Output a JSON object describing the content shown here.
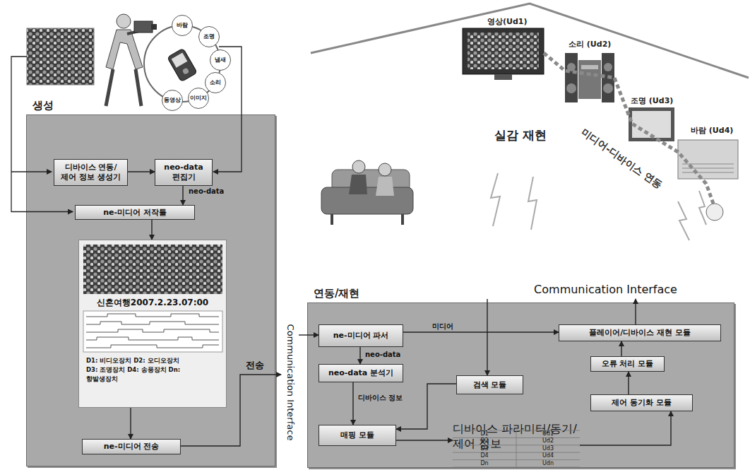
{
  "diagram": {
    "nodes": [
      {
        "text": [
          "바람"
        ]
      },
      {
        "text": [
          "조명"
        ]
      },
      {
        "text": [
          "냄새"
        ]
      },
      {
        "text": [
          "소리"
        ]
      },
      {
        "text": [
          "이미지"
        ]
      },
      {
        "text": [
          "동영상"
        ]
      },
      {
        "text": [
          "생성"
        ]
      },
      {
        "text": [
          "디바이스 연동/ 제어 정보 생성기"
        ],
        "in": 6
      },
      {
        "text": [
          "neo-data 편집기"
        ],
        "in": 6
      },
      {
        "text": [
          "ne-미디어 저작툴"
        ],
        "in": 6
      },
      {
        "text": [
          "신혼여행2007.2.23.07:00",
          "D1: 비디오장치 D2: 오디오장치 D3: 조명장치 D4: 송풍장치 Dn: 향발생장치"
        ],
        "in": 6
      },
      {
        "text": [
          "ne-미디어 전송"
        ],
        "in": 6
      },
      {
        "text": [
          "Communication Interface"
        ]
      },
      {
        "text": [
          "연동/재현"
        ]
      },
      {
        "text": [
          "ne-미디어 파서"
        ],
        "in": 13
      },
      {
        "text": [
          "neo-data 분석기"
        ],
        "in": 13
      },
      {
        "text": [
          "매핑 모듈"
        ],
        "in": 13
      },
      {
        "text": [
          "Communication Interface"
        ]
      },
      {
        "text": [
          "검색 모듈"
        ],
        "in": 13
      },
      {
        "text": [
          "플레이어/디바이스 재현 모듈"
        ],
        "in": 13
      },
      {
        "text": [
          "오류 처리 모듈"
        ],
        "in": 13
      },
      {
        "text": [
          "제어 동기화 모듈"
        ],
        "in": 13
      },
      {
        "text": [
          "디바이스 파라미터/동기/제어 정보"
        ],
        "in": 13
      }
    ],
    "edges": [
      {
        "from": 7,
        "to": 8,
        "arrow": "to"
      },
      {
        "from": 8,
        "to": 9,
        "label": "neo-data",
        "arrow": "to"
      },
      {
        "from": 9,
        "to": 10,
        "arrow": "to"
      },
      {
        "from": 10,
        "to": 11,
        "arrow": "to"
      },
      {
        "from": 11,
        "to": 12,
        "label": "전송",
        "arrow": "to"
      },
      {
        "from": 12,
        "to": 14,
        "arrow": "to"
      },
      {
        "from": 14,
        "to": 19,
        "label": "미디어",
        "arrow": "to"
      },
      {
        "from": 14,
        "to": 15,
        "label": "neo-data",
        "arrow": "to"
      },
      {
        "from": 15,
        "to": 16,
        "label": "디바이스 정보",
        "arrow": "to"
      },
      {
        "from": 17,
        "to": 18,
        "arrow": "to"
      },
      {
        "from": 18,
        "to": 16,
        "arrow": "to"
      },
      {
        "from": 19,
        "to": 17,
        "arrow": "to"
      },
      {
        "from": 16,
        "to": 22,
        "arrow": "to"
      },
      {
        "from": 22,
        "to": 21,
        "arrow": "to"
      },
      {
        "from": 21,
        "to": 20,
        "arrow": "to"
      },
      {
        "from": 20,
        "to": 19,
        "arrow": "to"
      }
    ],
    "labels": [
      "영상(Ud1)",
      "소리 (Ud2)",
      "조명 (Ud3)",
      "바람 (Ud4)",
      "미디어-디바이스 연동",
      "실감 재현",
      "D1",
      "Ud1",
      "D2",
      "Ud2",
      "D3",
      "Ud3",
      "D4",
      "Ud4",
      "Dn",
      "Udn"
    ]
  }
}
